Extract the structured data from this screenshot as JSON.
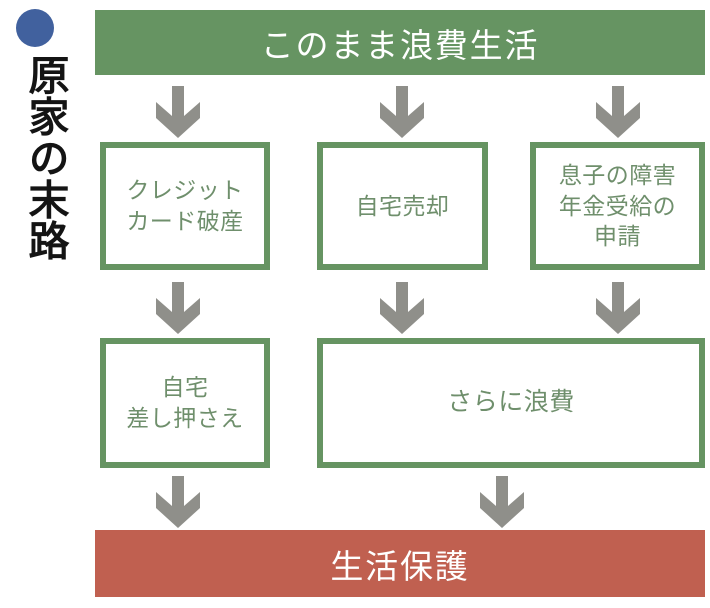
{
  "title": {
    "bullet_icon": "filled-circle-bullet",
    "bullet_color": "#41619e",
    "text": "原家の末路"
  },
  "colors": {
    "green": "#669462",
    "green_text": "#6f8f6c",
    "red": "#c06050",
    "arrow_gray": "#8f8f8a",
    "blue_bullet": "#41619e",
    "background": "#ffffff"
  },
  "flow": {
    "start_banner": {
      "label": "このまま浪費生活",
      "color": "#669462",
      "text_color": "#ffffff"
    },
    "end_banner": {
      "label": "生活保護",
      "color": "#c06050",
      "text_color": "#ffffff"
    },
    "row1": [
      {
        "id": "credit",
        "label": "クレジット\nカード破産"
      },
      {
        "id": "sell",
        "label": "自宅売却"
      },
      {
        "id": "pension",
        "label": "息子の障害\n年金受給の\n申請"
      }
    ],
    "row2": [
      {
        "id": "seize",
        "label": "自宅\n差し押さえ"
      },
      {
        "id": "waste",
        "label": "さらに浪費"
      }
    ],
    "arrows": {
      "row_top": [
        "down-arrow-icon",
        "down-arrow-icon",
        "down-arrow-icon"
      ],
      "row_middle": [
        "down-arrow-icon",
        "down-arrow-icon",
        "down-arrow-icon"
      ],
      "row_bottom": [
        "down-arrow-icon",
        "down-arrow-icon"
      ]
    }
  },
  "chart_data": {
    "type": "diagram",
    "title": "原家の末路",
    "nodes": [
      {
        "id": "start",
        "label": "このまま浪費生活",
        "level": 0,
        "style": "banner-green"
      },
      {
        "id": "credit",
        "label": "クレジットカード破産",
        "level": 1,
        "style": "box-green"
      },
      {
        "id": "sell",
        "label": "自宅売却",
        "level": 1,
        "style": "box-green"
      },
      {
        "id": "pension",
        "label": "息子の障害年金受給の申請",
        "level": 1,
        "style": "box-green"
      },
      {
        "id": "seize",
        "label": "自宅差し押さえ",
        "level": 2,
        "style": "box-green"
      },
      {
        "id": "waste",
        "label": "さらに浪費",
        "level": 2,
        "style": "box-green-wide"
      },
      {
        "id": "end",
        "label": "生活保護",
        "level": 3,
        "style": "banner-red"
      }
    ],
    "edges": [
      {
        "from": "start",
        "to": "credit"
      },
      {
        "from": "start",
        "to": "sell"
      },
      {
        "from": "start",
        "to": "pension"
      },
      {
        "from": "credit",
        "to": "seize"
      },
      {
        "from": "sell",
        "to": "waste"
      },
      {
        "from": "pension",
        "to": "waste"
      },
      {
        "from": "seize",
        "to": "end"
      },
      {
        "from": "waste",
        "to": "end"
      }
    ]
  }
}
